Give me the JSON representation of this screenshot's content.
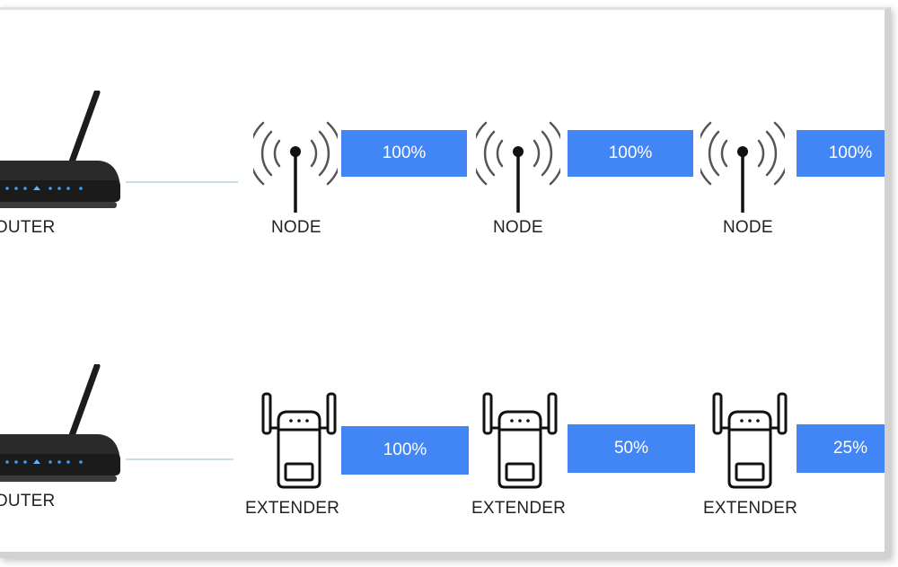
{
  "rows": [
    {
      "id": "mesh",
      "router_label": "ROUTER",
      "devices": [
        {
          "label": "NODE",
          "signal_label": "100%",
          "signal": 100
        },
        {
          "label": "NODE",
          "signal_label": "100%",
          "signal": 100
        },
        {
          "label": "NODE",
          "signal_label": "100%",
          "signal": 100
        }
      ]
    },
    {
      "id": "extender",
      "router_label": "ROUTER",
      "devices": [
        {
          "label": "EXTENDER",
          "signal_label": "100%",
          "signal": 100
        },
        {
          "label": "EXTENDER",
          "signal_label": "50%",
          "signal": 50
        },
        {
          "label": "EXTENDER",
          "signal_label": "25%",
          "signal": 25
        }
      ]
    }
  ],
  "colors": {
    "bar": "#4285f4",
    "cable": "#c8dfe6",
    "router_body": "#222222",
    "router_led": "#3aa0ff"
  },
  "icons": {
    "router": "router-icon",
    "node": "wireless-node-icon",
    "extender": "wifi-extender-icon"
  }
}
